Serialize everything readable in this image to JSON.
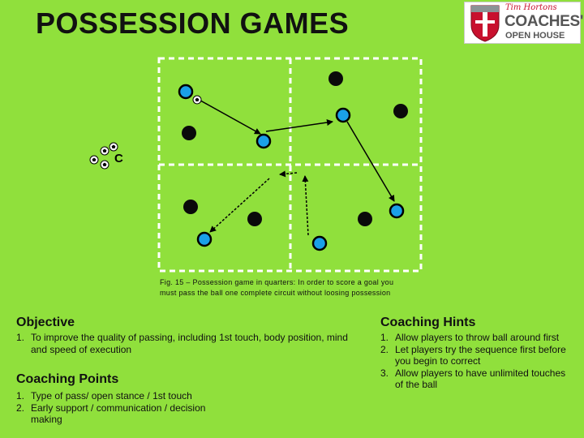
{
  "page": {
    "title": "POSSESSION GAMES"
  },
  "logo": {
    "brand": "Tim Hortons",
    "line1": "COACHES'",
    "line2": "OPEN HOUSE"
  },
  "field": {
    "coach_label": "C"
  },
  "caption": {
    "line1": "Fig. 15 – Possession game in quarters: In order to score a goal you",
    "line2": "must pass the ball one complete circuit without loosing possession"
  },
  "objective": {
    "heading": "Objective",
    "items": [
      {
        "num": "1.",
        "text": "To improve the quality of passing, including 1st touch, body position, mind and speed of execution"
      }
    ]
  },
  "coaching_points": {
    "heading": "Coaching Points",
    "items": [
      {
        "num": "1.",
        "text": "Type of pass/ open stance / 1st touch"
      },
      {
        "num": "2.",
        "text": "Early support / communication / decision making"
      }
    ]
  },
  "coaching_hints": {
    "heading": "Coaching Hints",
    "items": [
      {
        "num": "1.",
        "text": "Allow players to throw ball around first"
      },
      {
        "num": "2.",
        "text": "Let players try the sequence first before you begin to correct"
      },
      {
        "num": "3.",
        "text": "Allow players to have unlimited touches of the ball"
      }
    ]
  },
  "colors": {
    "background": "#90e03c",
    "blue_player": "#1aa0e8",
    "black_player": "#0a0a0a",
    "line": "#ffffff"
  }
}
